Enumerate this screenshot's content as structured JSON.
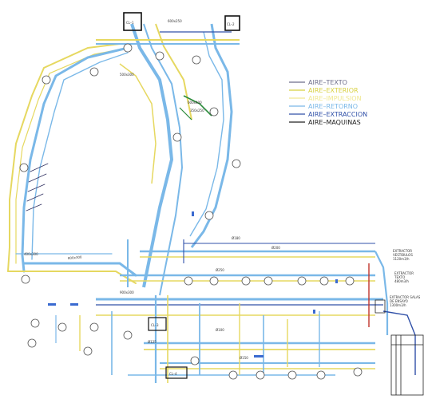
{
  "legend": [
    {
      "label": "AIRE–TEXTO",
      "color": "#6e6e8a"
    },
    {
      "label": "AIRE–EXTERIOR",
      "color": "#d8d040"
    },
    {
      "label": "AIRE–IMPULSION",
      "color": "#f0e890"
    },
    {
      "label": "AIRE–RETORNO",
      "color": "#7ab8e8"
    },
    {
      "label": "AIRE–EXTRACCION",
      "color": "#3050a8"
    },
    {
      "label": "AIRE–MAQUINAS",
      "color": "#202020"
    }
  ],
  "equipment": {
    "top_left": "CL–1",
    "top_right": "CL–2",
    "mid": "CL–3",
    "bottom": "CL–4"
  },
  "extractors": {
    "e1": "EXTRACTOR\nVESTIBULOS\n1120m3/h",
    "e2": "EXTRACTOR\nTEXTO\n480m3/h",
    "e3": "EXTRACTOR SALAS\nDE ENSAYO\n1300m3/h"
  },
  "labels": {
    "dim1": "800x300",
    "dim2": "400x300",
    "dim3": "900x300",
    "dim4": "600x400",
    "dim5": "350x250",
    "dim6": "500x300",
    "dim7": "600x250",
    "d180": "Ø180",
    "d200": "Ø200",
    "d250": "Ø250",
    "d125": "Ø125",
    "d150": "Ø150",
    "d100": "Ø100"
  }
}
